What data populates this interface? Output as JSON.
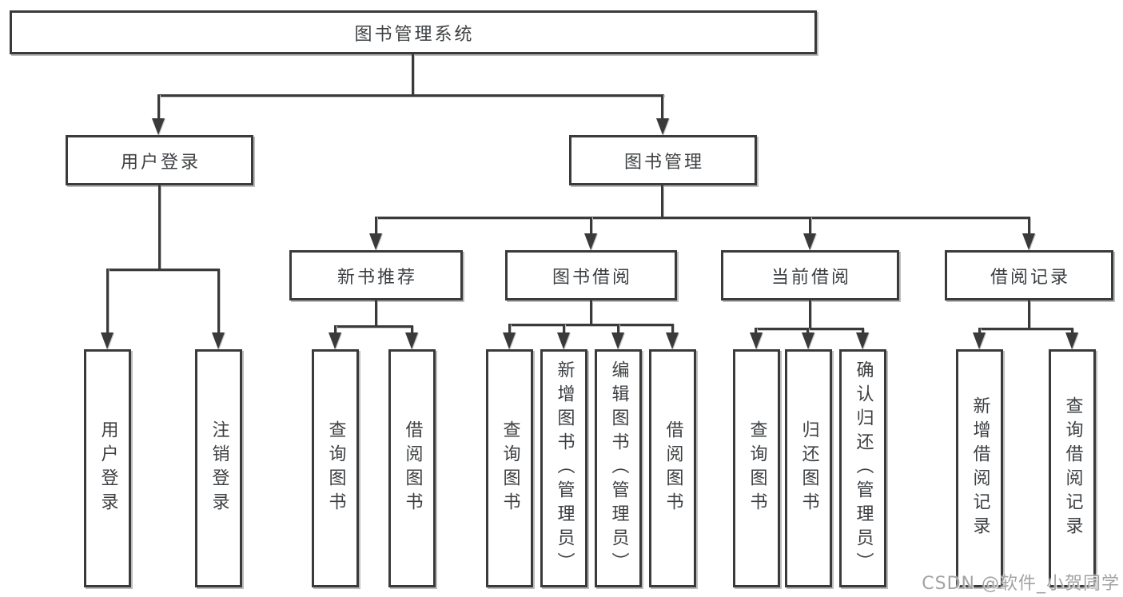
{
  "diagram": {
    "root": {
      "label": "图书管理系统"
    },
    "branches": [
      {
        "label": "用户登录",
        "children": [
          {
            "label": "用户登录"
          },
          {
            "label": "注销登录"
          }
        ]
      },
      {
        "label": "图书管理",
        "groups": [
          {
            "label": "新书推荐",
            "children": [
              {
                "label": "查询图书"
              },
              {
                "label": "借阅图书"
              }
            ]
          },
          {
            "label": "图书借阅",
            "children": [
              {
                "label": "查询图书"
              },
              {
                "label": "新增图书（管理员）"
              },
              {
                "label": "编辑图书（管理员）"
              },
              {
                "label": "借阅图书"
              }
            ]
          },
          {
            "label": "当前借阅",
            "children": [
              {
                "label": "查询图书"
              },
              {
                "label": "归还图书"
              },
              {
                "label": "确认归还（管理员）"
              }
            ]
          },
          {
            "label": "借阅记录",
            "children": [
              {
                "label": "新增借阅记录"
              },
              {
                "label": "查询借阅记录"
              }
            ]
          }
        ]
      }
    ]
  },
  "watermark": {
    "text": "CSDN @软件_小贺同学"
  },
  "colors": {
    "line": "#3a3a3a",
    "text": "#3d4043",
    "box_background": "#ffffff",
    "shadow": "#bdbdbd",
    "watermark": "#a3a3a3",
    "background": "#ffffff"
  }
}
